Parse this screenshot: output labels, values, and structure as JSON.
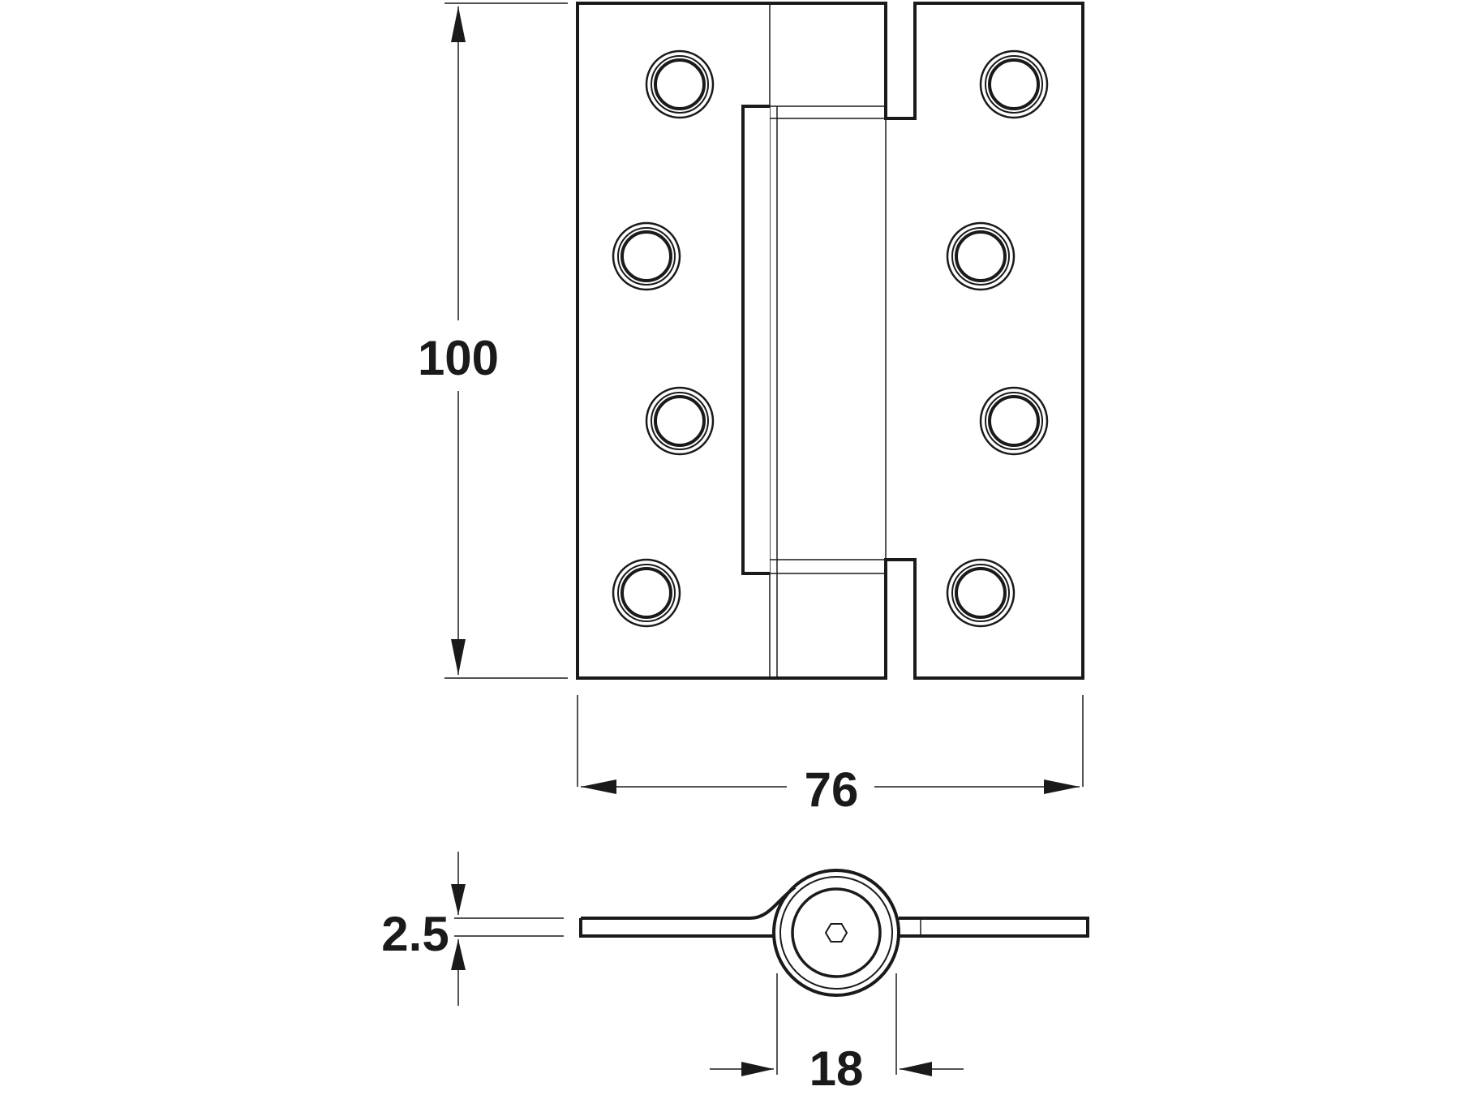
{
  "drawing": {
    "subject": "hinge",
    "colors": {
      "line": "#1a1a1a",
      "background": "#ffffff"
    },
    "dimensions": {
      "height": "100",
      "width": "76",
      "thickness": "2.5",
      "knuckle": "18"
    }
  }
}
